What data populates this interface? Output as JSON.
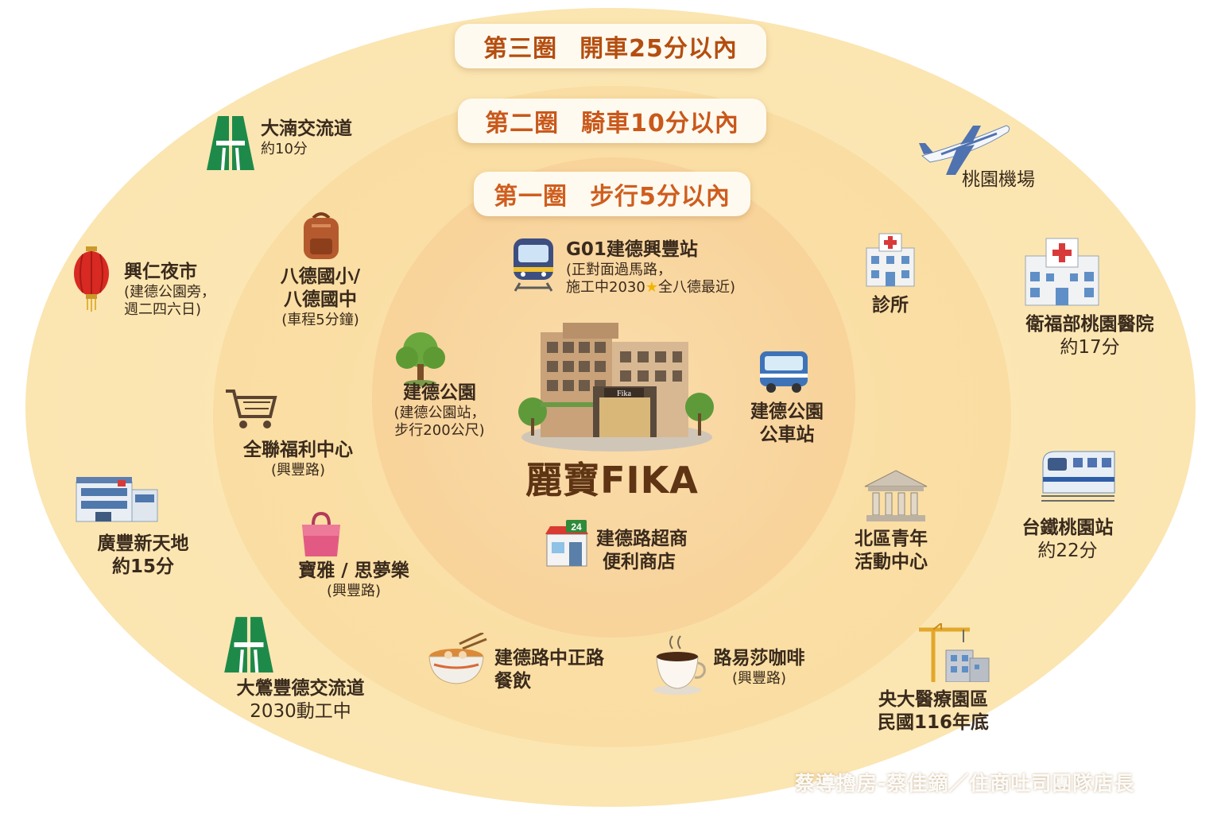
{
  "rings": {
    "outer": {
      "label": "第三圈",
      "range": "開車25分以內"
    },
    "middle": {
      "label": "第二圈",
      "range": "騎車10分以內"
    },
    "inner": {
      "label": "第一圈",
      "range": "步行5分以內"
    }
  },
  "center": {
    "title": "麗寶FIKA",
    "sign": "Fika"
  },
  "inner_items": {
    "station": {
      "main": "G01建德興豐站",
      "sub1": "(正對面過馬路，",
      "sub2_a": "施工中2030",
      "sub2_b": "全八德最近)"
    },
    "park": {
      "main": "建德公園",
      "sub1": "(建德公園站，",
      "sub2": "步行200公尺)"
    },
    "bus": {
      "main1": "建德公園",
      "main2": "公車站"
    },
    "store": {
      "main1": "建德路超商",
      "main2": "便利商店",
      "badge": "24"
    }
  },
  "middle_items": {
    "school": {
      "main1": "八德國小/",
      "main2": "八德國中",
      "sub": "(車程5分鐘)"
    },
    "market": {
      "main": "全聯福利中心",
      "sub": "(興豐路)"
    },
    "shop": {
      "main": "寶雅 / 思夢樂",
      "sub": "(興豐路)"
    },
    "food": {
      "main1": "建德路中正路",
      "main2": "餐飲"
    },
    "coffee": {
      "main": "路易莎咖啡",
      "sub": "(興豐路)"
    },
    "clinic": {
      "main": "診所"
    },
    "youth": {
      "main1": "北區青年",
      "main2": "活動中心"
    }
  },
  "outer_items": {
    "interchange1": {
      "main1": "大湳交流道",
      "main2": "約10分"
    },
    "nightmarket": {
      "main": "興仁夜市",
      "sub1": "(建德公園旁，",
      "sub2": "週二四六日)"
    },
    "mall": {
      "main1": "廣豐新天地",
      "main2": "約15分"
    },
    "interchange2": {
      "main1": "大鶯豐德交流道",
      "main2": "2030動工中"
    },
    "airport": {
      "main": "桃園機場"
    },
    "hospital": {
      "main1": "衛福部桃園醫院",
      "main2": "約17分"
    },
    "rail": {
      "main1": "台鐵桃園站",
      "main2": "約22分"
    },
    "medical": {
      "main1": "央大醫療園區",
      "main2": "民國116年底"
    }
  },
  "credit": "蔡導擼房-蔡佳鏑／住商吐司團隊店長",
  "colors": {
    "accent_orange": "#c9581a",
    "title_brown": "#5e3414",
    "ring_outer": "#fbe5b1",
    "ring_inner": "#f8d39a"
  }
}
